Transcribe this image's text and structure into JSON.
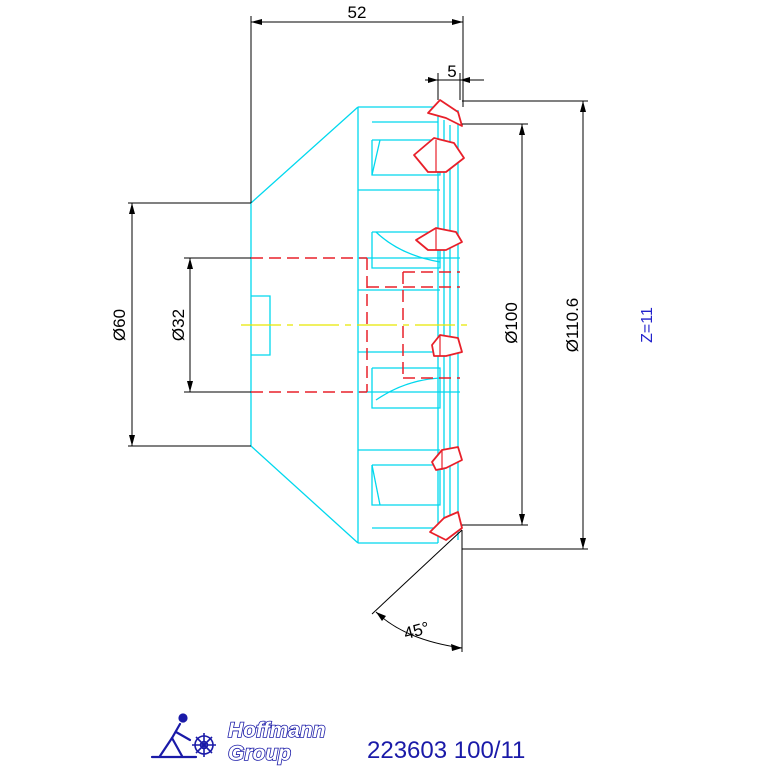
{
  "drawing": {
    "dimensions": {
      "overall_width": "52",
      "tooth_depth": "5",
      "bore_outer": "Ø60",
      "bore_inner": "Ø32",
      "pitch_diameter": "Ø100",
      "outer_diameter": "Ø110.6",
      "angle": "45°"
    },
    "teeth_label": "Z=11"
  },
  "footer": {
    "brand_line1": "Hoffmann",
    "brand_line2": "Group",
    "part_number": "223603 100/11"
  },
  "colors": {
    "outline": "#00d8ee",
    "teeth": "#e8202a",
    "centerline": "#e8e800",
    "dimension": "#000000",
    "brand": "#1a1aa8"
  }
}
